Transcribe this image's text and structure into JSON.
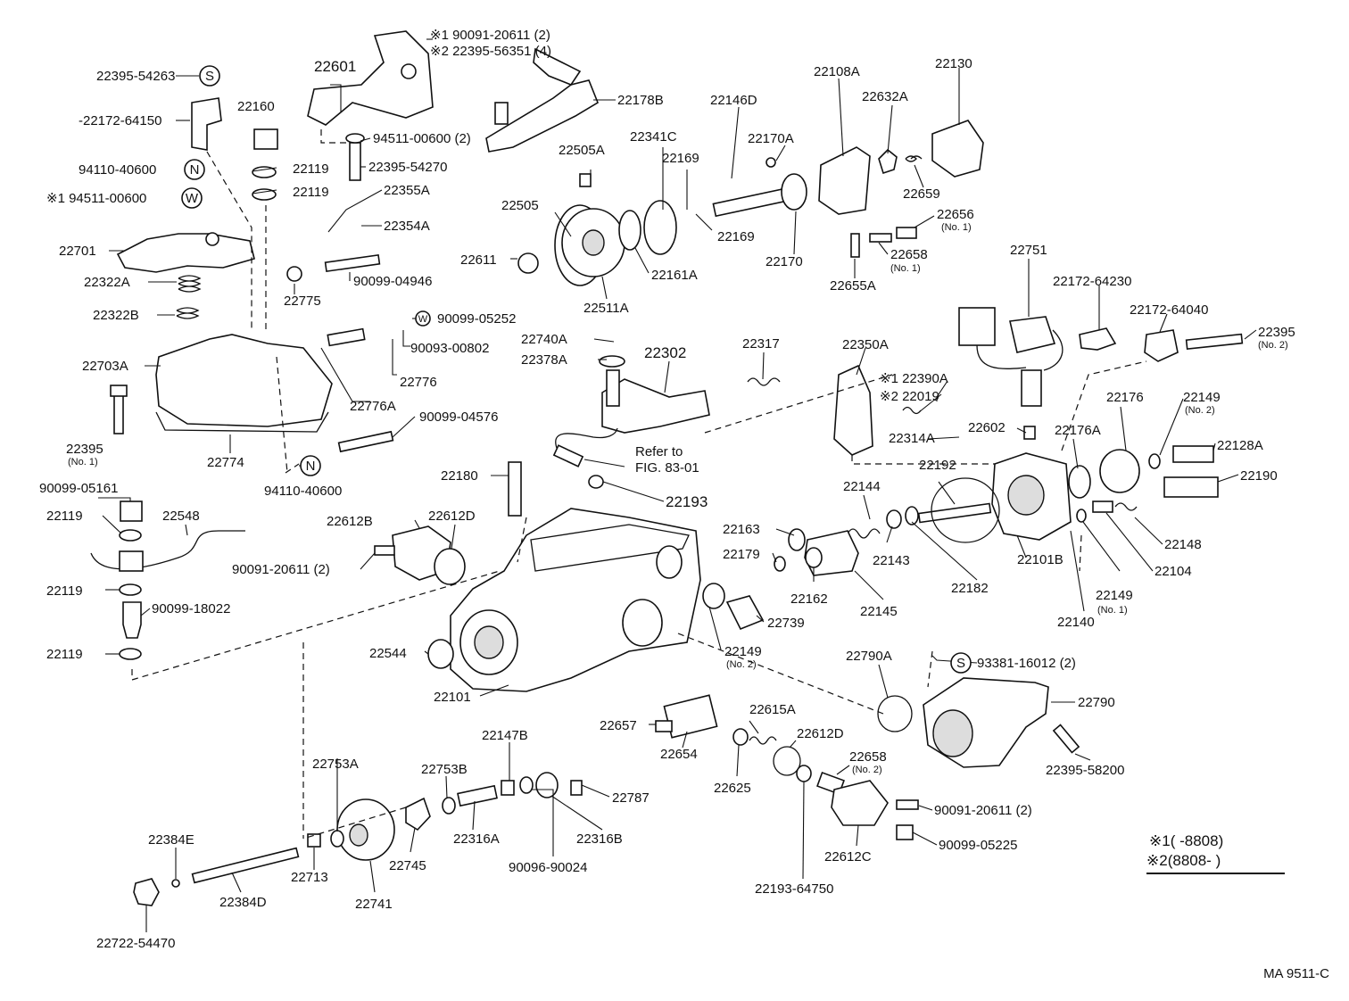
{
  "figure_code": "MA  9511-C",
  "notes": {
    "n1": "※1(      -8808)",
    "n2": "※2(8808-      )"
  },
  "parts": [
    {
      "id": "p01",
      "text": "22395-54263"
    },
    {
      "id": "p02",
      "text": "-22172-64150"
    },
    {
      "id": "p03",
      "text": "94110-40600"
    },
    {
      "id": "p04",
      "text": "※1 94511-00600"
    },
    {
      "id": "p05",
      "text": "22160"
    },
    {
      "id": "p06",
      "text": "22119"
    },
    {
      "id": "p07",
      "text": "22119"
    },
    {
      "id": "p08",
      "text": "22601"
    },
    {
      "id": "p09",
      "text": "※1 90091-20611 (2)"
    },
    {
      "id": "p10",
      "text": "※2 22395-56351 (4)"
    },
    {
      "id": "p11",
      "text": "22178B"
    },
    {
      "id": "p12",
      "text": "94511-00600 (2)"
    },
    {
      "id": "p13",
      "text": "22395-54270"
    },
    {
      "id": "p14",
      "text": "22355A"
    },
    {
      "id": "p15",
      "text": "22354A"
    },
    {
      "id": "p16",
      "text": "22701"
    },
    {
      "id": "p17",
      "text": "22322A"
    },
    {
      "id": "p18",
      "text": "22322B"
    },
    {
      "id": "p19",
      "text": "22775"
    },
    {
      "id": "p20",
      "text": "90099-04946"
    },
    {
      "id": "p21",
      "text": "90099-05252"
    },
    {
      "id": "p22",
      "text": "90093-00802"
    },
    {
      "id": "p23",
      "text": "22703A"
    },
    {
      "id": "p24",
      "text": "22776"
    },
    {
      "id": "p25",
      "text": "22776A"
    },
    {
      "id": "p26",
      "text": "90099-04576"
    },
    {
      "id": "p27",
      "text": "22395"
    },
    {
      "id": "p28",
      "text": "22774"
    },
    {
      "id": "p29",
      "text": "94110-40600"
    },
    {
      "id": "p30",
      "text": "22505A"
    },
    {
      "id": "p31",
      "text": "22341C"
    },
    {
      "id": "p32",
      "text": "22169"
    },
    {
      "id": "p33",
      "text": "22505"
    },
    {
      "id": "p34",
      "text": "22169"
    },
    {
      "id": "p35",
      "text": "22611"
    },
    {
      "id": "p36",
      "text": "22161A"
    },
    {
      "id": "p37",
      "text": "22511A"
    },
    {
      "id": "p38",
      "text": "22146D"
    },
    {
      "id": "p39",
      "text": "22170A"
    },
    {
      "id": "p40",
      "text": "22170"
    },
    {
      "id": "p41",
      "text": "22108A"
    },
    {
      "id": "p42",
      "text": "22632A"
    },
    {
      "id": "p43",
      "text": "22130"
    },
    {
      "id": "p44",
      "text": "22659"
    },
    {
      "id": "p45",
      "text": "22656"
    },
    {
      "id": "p46",
      "text": "22658"
    },
    {
      "id": "p47",
      "text": "22655A"
    },
    {
      "id": "p48",
      "text": "22751"
    },
    {
      "id": "p49",
      "text": "22172-64230"
    },
    {
      "id": "p50",
      "text": "22172-64040"
    },
    {
      "id": "p51",
      "text": "22395"
    },
    {
      "id": "p52",
      "text": "22740A"
    },
    {
      "id": "p53",
      "text": "22378A"
    },
    {
      "id": "p54",
      "text": "22302"
    },
    {
      "id": "p55",
      "text": "22317"
    },
    {
      "id": "p56",
      "text": "22350A"
    },
    {
      "id": "p57",
      "text": "※1 22390A"
    },
    {
      "id": "p58",
      "text": "※2 22019"
    },
    {
      "id": "p59",
      "text": "22314A"
    },
    {
      "id": "p60",
      "text": "22602"
    },
    {
      "id": "p61",
      "text": "22176A"
    },
    {
      "id": "p62",
      "text": "22176"
    },
    {
      "id": "p63",
      "text": "22149"
    },
    {
      "id": "p64",
      "text": "22128A"
    },
    {
      "id": "p65",
      "text": "22190"
    },
    {
      "id": "p66",
      "text": "22180"
    },
    {
      "id": "p67",
      "text": "Refer to"
    },
    {
      "id": "p68",
      "text": "FIG. 83-01"
    },
    {
      "id": "p69",
      "text": "22193"
    },
    {
      "id": "p70",
      "text": "22192"
    },
    {
      "id": "p71",
      "text": "22144"
    },
    {
      "id": "p72",
      "text": "22163"
    },
    {
      "id": "p73",
      "text": "22179"
    },
    {
      "id": "p74",
      "text": "22143"
    },
    {
      "id": "p75",
      "text": "22162"
    },
    {
      "id": "p76",
      "text": "22145"
    },
    {
      "id": "p77",
      "text": "22182"
    },
    {
      "id": "p78",
      "text": "22101B"
    },
    {
      "id": "p79",
      "text": "22148"
    },
    {
      "id": "p80",
      "text": "22104"
    },
    {
      "id": "p81",
      "text": "22149"
    },
    {
      "id": "p82",
      "text": "22140"
    },
    {
      "id": "p83",
      "text": "90099-05161"
    },
    {
      "id": "p84",
      "text": "22119"
    },
    {
      "id": "p85",
      "text": "22548"
    },
    {
      "id": "p86",
      "text": "22612B"
    },
    {
      "id": "p87",
      "text": "22612D"
    },
    {
      "id": "p88",
      "text": "90091-20611 (2)"
    },
    {
      "id": "p89",
      "text": "22119"
    },
    {
      "id": "p90",
      "text": "90099-18022"
    },
    {
      "id": "p91",
      "text": "22119"
    },
    {
      "id": "p92",
      "text": "22544"
    },
    {
      "id": "p93",
      "text": "22101"
    },
    {
      "id": "p94",
      "text": "22739"
    },
    {
      "id": "p95",
      "text": "22149"
    },
    {
      "id": "p96",
      "text": "22790A"
    },
    {
      "id": "p97",
      "text": "93381-16012 (2)"
    },
    {
      "id": "p98",
      "text": "22790"
    },
    {
      "id": "p99",
      "text": "22395-58200"
    },
    {
      "id": "p100",
      "text": "22657"
    },
    {
      "id": "p101",
      "text": "22615A"
    },
    {
      "id": "p102",
      "text": "22654"
    },
    {
      "id": "p103",
      "text": "22612D"
    },
    {
      "id": "p104",
      "text": "22625"
    },
    {
      "id": "p105",
      "text": "22658"
    },
    {
      "id": "p106",
      "text": "90091-20611 (2)"
    },
    {
      "id": "p107",
      "text": "90099-05225"
    },
    {
      "id": "p108",
      "text": "22612C"
    },
    {
      "id": "p109",
      "text": "22193-64750"
    },
    {
      "id": "p110",
      "text": "22147B"
    },
    {
      "id": "p111",
      "text": "22753A"
    },
    {
      "id": "p112",
      "text": "22753B"
    },
    {
      "id": "p113",
      "text": "22787"
    },
    {
      "id": "p114",
      "text": "22316A"
    },
    {
      "id": "p115",
      "text": "22316B"
    },
    {
      "id": "p116",
      "text": "90096-90024"
    },
    {
      "id": "p117",
      "text": "22745"
    },
    {
      "id": "p118",
      "text": "22741"
    },
    {
      "id": "p119",
      "text": "22713"
    },
    {
      "id": "p120",
      "text": "22384E"
    },
    {
      "id": "p121",
      "text": "22384D"
    },
    {
      "id": "p122",
      "text": "22722-54470"
    }
  ],
  "sublabels": [
    {
      "id": "s01",
      "text": "(No. 1)"
    },
    {
      "id": "s02",
      "text": "(No. 1)"
    },
    {
      "id": "s03",
      "text": "(No. 1)"
    },
    {
      "id": "s04",
      "text": "(No. 2)"
    },
    {
      "id": "s05",
      "text": "(No. 2)"
    },
    {
      "id": "s06",
      "text": "(No. 1)"
    },
    {
      "id": "s07",
      "text": "(No. 2)"
    },
    {
      "id": "s08",
      "text": "(No. 2)"
    }
  ],
  "badges": [
    {
      "id": "b1",
      "text": "S"
    },
    {
      "id": "b2",
      "text": "N"
    },
    {
      "id": "b3",
      "text": "W"
    },
    {
      "id": "b4",
      "text": "N"
    },
    {
      "id": "b5",
      "text": "W"
    },
    {
      "id": "b6",
      "text": "S"
    }
  ]
}
